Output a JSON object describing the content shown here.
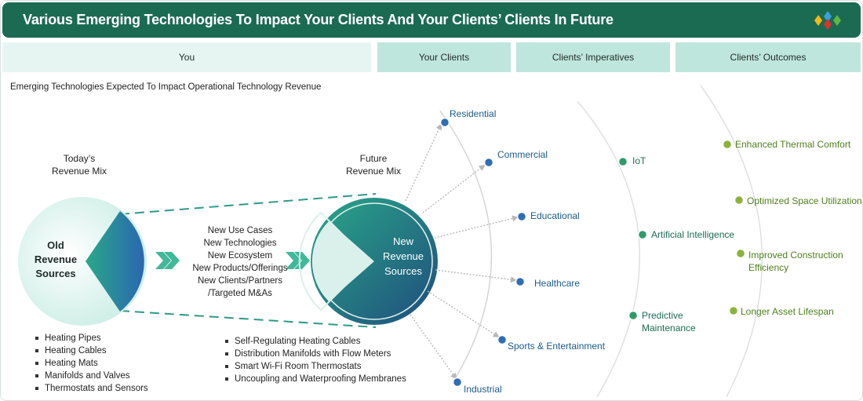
{
  "header": {
    "title": "Various Emerging Technologies To Impact Your Clients And Your Clients’ Clients In Future"
  },
  "tabs": {
    "you": "You",
    "your_clients": "Your Clients",
    "imperatives": "Clients’ Imperatives",
    "outcomes": "Clients’ Outcomes"
  },
  "subtitle": "Emerging Technologies Expected To Impact Operational Technology Revenue",
  "today": {
    "line1": "Today’s",
    "line2": "Revenue Mix"
  },
  "future": {
    "line1": "Future",
    "line2": "Revenue Mix"
  },
  "old_circle": {
    "line1": "Old",
    "line2": "Revenue",
    "line3": "Sources"
  },
  "new_circle": {
    "line1": "New",
    "line2": "Revenue",
    "line3": "Sources"
  },
  "transition": [
    "New Use Cases",
    "New Technologies",
    "New Ecosystem",
    "New Products/Offerings",
    "New Clients/Partners",
    "/Targeted M&As"
  ],
  "old_sources": [
    "Heating Pipes",
    "Heating Cables",
    "Heating Mats",
    "Manifolds and Valves",
    "Thermostats and Sensors"
  ],
  "new_sources": [
    "Self-Regulating Heating Cables",
    "Distribution Manifolds with Flow Meters",
    "Smart Wi-Fi Room Thermostats",
    "Uncoupling and Waterproofing Membranes"
  ],
  "clients": [
    "Residential",
    "Commercial",
    "Educational",
    "Healthcare",
    "Sports & Entertainment",
    "Industrial"
  ],
  "imperatives": [
    {
      "text": "IoT"
    },
    {
      "text": "Artificial Intelligence"
    },
    {
      "line1": "Predictive",
      "line2": "Maintenance"
    }
  ],
  "outcomes": [
    {
      "text": "Enhanced Thermal Comfort"
    },
    {
      "text": "Optimized Space Utilization"
    },
    {
      "line1": "Improved Construction",
      "line2": "Efficiency"
    },
    {
      "text": "Longer Asset Lifespan"
    }
  ],
  "colors": {
    "title_bg": "#1b6b53",
    "tab_light": "#e6f5f1",
    "tab_mid": "#bfe6dc",
    "teal": "#2e9a86",
    "blue_dot": "#2f6db5",
    "green_dot": "#2e9a6a",
    "olive_dot": "#8ab33c"
  }
}
